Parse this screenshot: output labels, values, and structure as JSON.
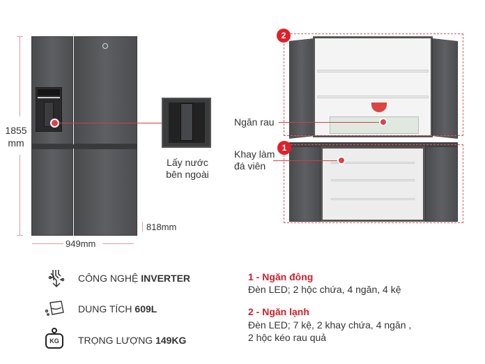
{
  "dimensions": {
    "height": "1855",
    "height_unit": "mm",
    "width": "949mm",
    "depth": "818mm"
  },
  "callouts": {
    "dispenser": [
      "Lấy nước",
      "bên ngoài"
    ],
    "veg": "Ngăn rau",
    "ice": [
      "Khay làm",
      "đá viên"
    ]
  },
  "badges": [
    "1",
    "2"
  ],
  "features": [
    {
      "icon": "inverter-circuit-icon",
      "label": "CÔNG NGHỆ ",
      "value": "INVERTER"
    },
    {
      "icon": "capacity-icon",
      "label": "DUNG TÍCH ",
      "value": "609L"
    },
    {
      "icon": "weight-icon",
      "label": "TRỌNG LƯỢNG ",
      "value": "149KG",
      "icon_text": "KG"
    }
  ],
  "compartments": [
    {
      "title": "1 - Ngăn đông",
      "desc": [
        "Đèn LED; 2 hộc chứa, 4 ngăn, 4 kệ"
      ]
    },
    {
      "title": "2 - Ngăn lạnh",
      "desc": [
        "Đèn LED; 7 kệ, 2 khay chứa, 4 ngăn ,",
        "2 hộc kéo rau quả"
      ]
    }
  ],
  "colors": {
    "accent": "#d0202a",
    "fridge": "#55565a"
  }
}
